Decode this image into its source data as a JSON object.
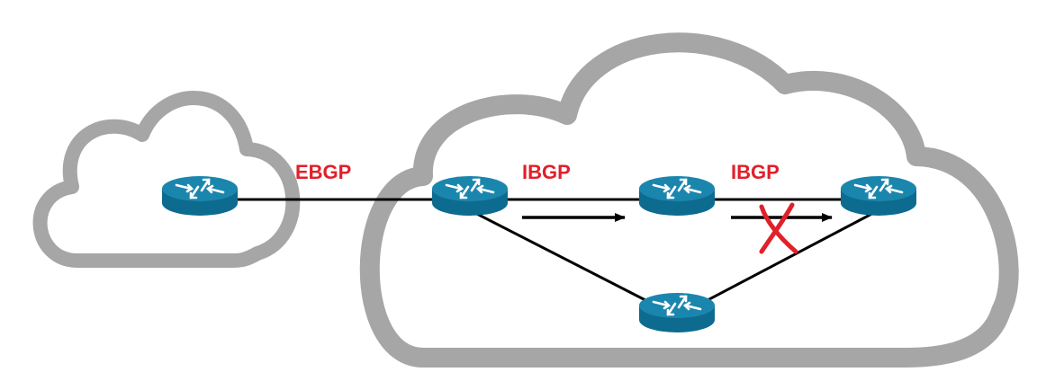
{
  "diagram": {
    "colors": {
      "cloud_stroke": "#a6a6a6",
      "router_body": "#0d6b8f",
      "router_top": "#1b86ad",
      "router_arrows": "#ffffff",
      "link_line": "#000000",
      "label_text": "#e0202a",
      "blocked_mark": "#e0202a"
    },
    "labels": {
      "ebgp": "EBGP",
      "ibgp_1": "IBGP",
      "ibgp_2": "IBGP"
    },
    "routers": [
      {
        "id": "external-router",
        "icon": "router-icon"
      },
      {
        "id": "edge-router",
        "icon": "router-icon"
      },
      {
        "id": "middle-router",
        "icon": "router-icon"
      },
      {
        "id": "far-router",
        "icon": "router-icon"
      },
      {
        "id": "lower-router",
        "icon": "router-icon"
      }
    ],
    "links": [
      {
        "from": "external-router",
        "to": "edge-router",
        "type": "ebgp-session"
      },
      {
        "from": "edge-router",
        "to": "middle-router",
        "type": "ibgp-session"
      },
      {
        "from": "middle-router",
        "to": "far-router",
        "type": "ibgp-session"
      },
      {
        "from": "edge-router",
        "to": "lower-router",
        "type": "physical-link"
      },
      {
        "from": "lower-router",
        "to": "far-router",
        "type": "physical-link"
      }
    ],
    "advertisements": [
      {
        "from": "edge-router",
        "to": "middle-router",
        "status": "propagated"
      },
      {
        "from": "middle-router",
        "to": "far-router",
        "status": "blocked"
      }
    ]
  }
}
